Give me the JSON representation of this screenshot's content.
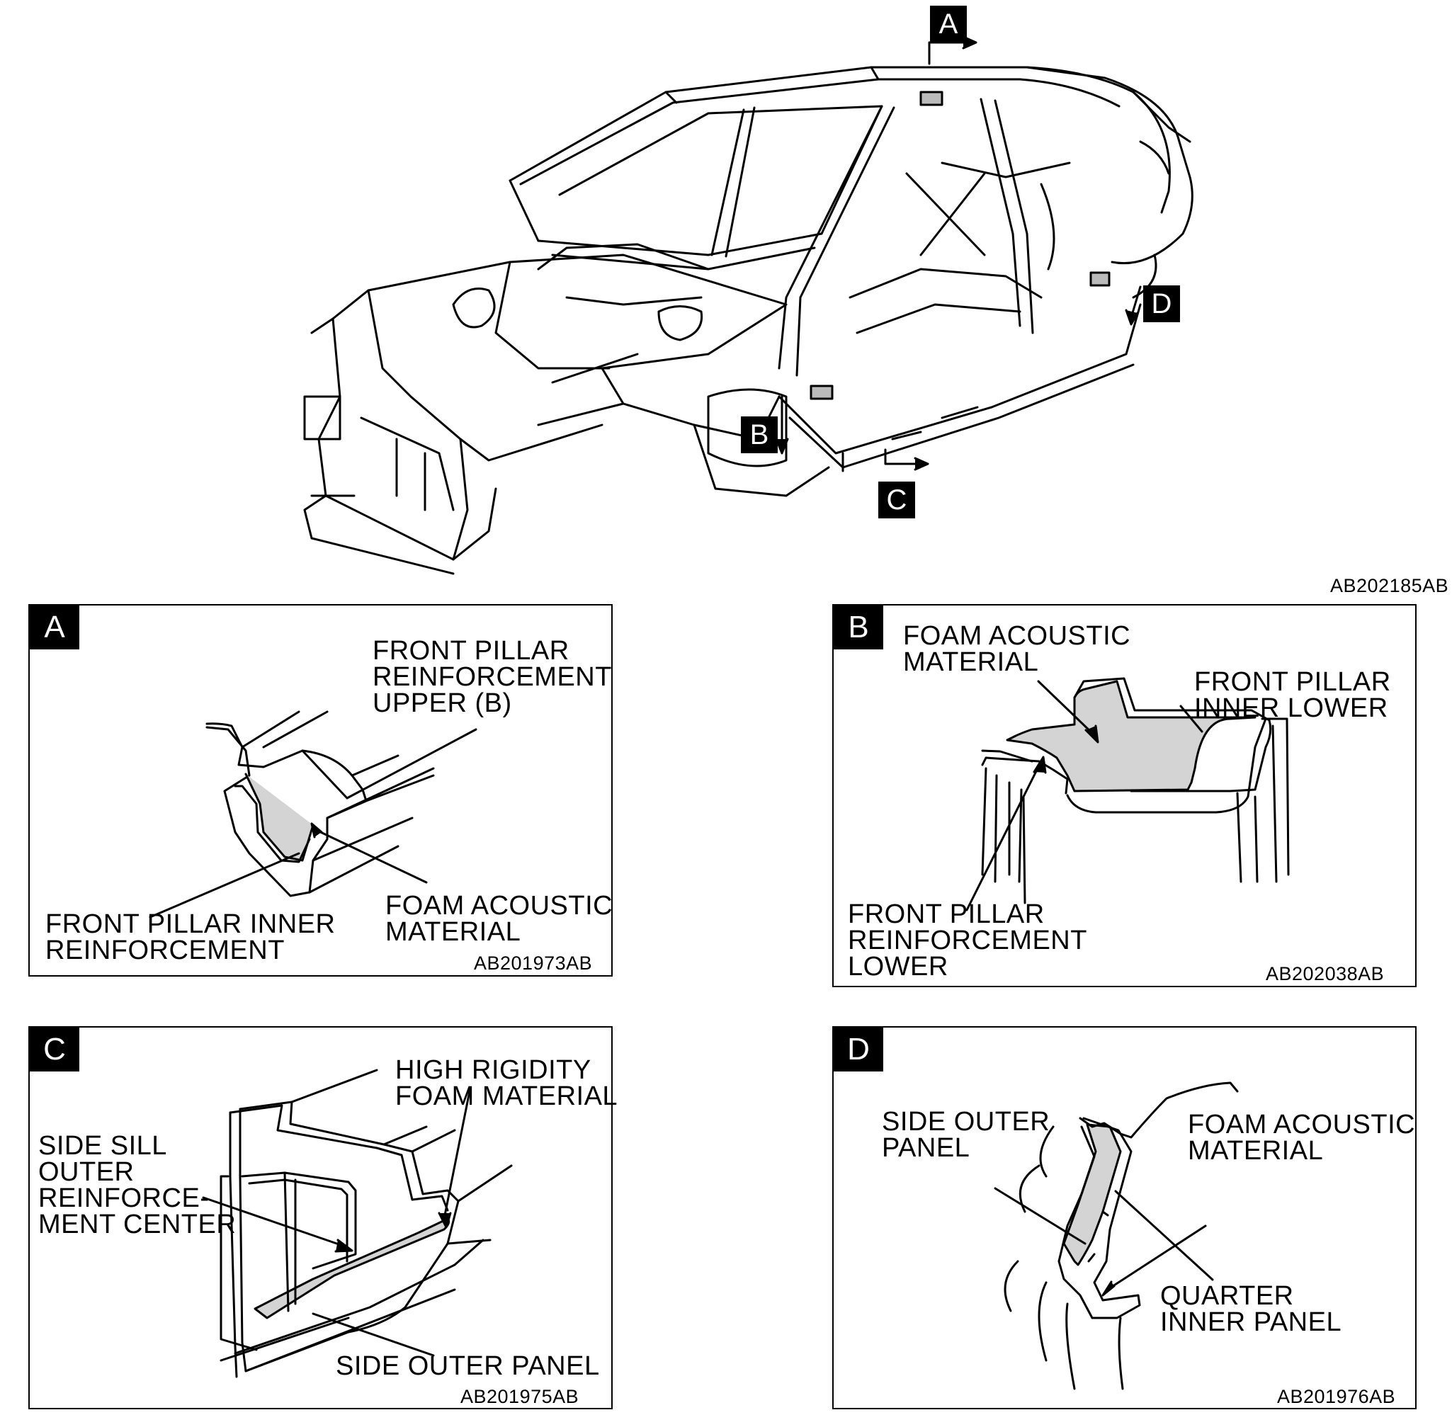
{
  "overview": {
    "figure_code": "AB202185AB",
    "callouts": [
      "A",
      "B",
      "C",
      "D"
    ]
  },
  "panels": [
    {
      "letter": "A",
      "figure_code": "AB201973AB",
      "labels": [
        [
          "FRONT PILLAR",
          "REINFORCEMENT",
          "UPPER (B)"
        ],
        [
          "FOAM ACOUSTIC",
          "MATERIAL"
        ],
        [
          "FRONT PILLAR INNER",
          "REINFORCEMENT"
        ]
      ]
    },
    {
      "letter": "B",
      "figure_code": "AB202038AB",
      "labels": [
        [
          "FOAM ACOUSTIC",
          "MATERIAL"
        ],
        [
          "FRONT PILLAR",
          "INNER LOWER"
        ],
        [
          "FRONT PILLAR",
          "REINFORCEMENT",
          "LOWER"
        ]
      ]
    },
    {
      "letter": "C",
      "figure_code": "AB201975AB",
      "labels": [
        [
          "HIGH RIGIDITY",
          "FOAM MATERIAL"
        ],
        [
          "SIDE SILL",
          "OUTER",
          "REINFORCE-",
          "MENT CENTER"
        ],
        [
          "SIDE OUTER PANEL"
        ]
      ]
    },
    {
      "letter": "D",
      "figure_code": "AB201976AB",
      "labels": [
        [
          "SIDE OUTER",
          "PANEL"
        ],
        [
          "FOAM ACOUSTIC",
          "MATERIAL"
        ],
        [
          "QUARTER",
          "INNER PANEL"
        ]
      ]
    }
  ],
  "colors": {
    "foam_fill": "#d4d4d4",
    "badge": "#000000",
    "line": "#000000"
  }
}
